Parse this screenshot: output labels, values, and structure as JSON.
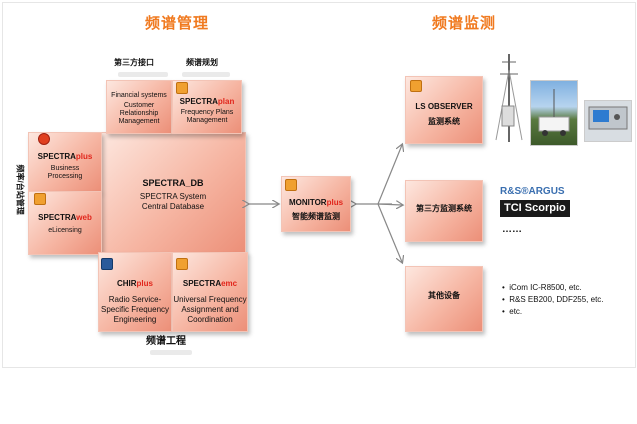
{
  "titles": {
    "management": "频谱管理",
    "monitoring": "频谱监测",
    "third_party_interface": "第三方接口",
    "spectrum_planning": "频谱规划",
    "vertical_license": "频率/台站管理",
    "engineering": "频谱工程"
  },
  "boxes": {
    "financial": {
      "l1": "Financial systems",
      "l2": "Customer",
      "l3": "Relationship",
      "l4": "Management"
    },
    "plan": {
      "brand": "SPECTRA",
      "suffix": "plan",
      "l1": "Frequency Plans",
      "l2": "Management"
    },
    "plus": {
      "brand": "SPECTRA",
      "suffix": "plus",
      "l1": "Business",
      "l2": "Processing"
    },
    "web": {
      "brand": "SPECTRA",
      "suffix": "web",
      "l1": "eLicensing"
    },
    "db": {
      "name": "SPECTRA_DB",
      "l1": "SPECTRA System",
      "l2": "Central Database"
    },
    "chir": {
      "brand": "CHIR",
      "suffix": "plus",
      "l1": "Radio Service-",
      "l2": "Specific Frequency",
      "l3": "Engineering"
    },
    "emc": {
      "brand": "SPECTRA",
      "suffix": "emc",
      "l1": "Universal Frequency",
      "l2": "Assignment and",
      "l3": "Coordination"
    },
    "monitor": {
      "brand": "MONITOR",
      "suffix": "plus",
      "l1": "智能频谱监测"
    },
    "ls": {
      "name": "LS OBSERVER",
      "l1": "监测系统"
    },
    "third": {
      "l1": "第三方监测系统"
    },
    "other": {
      "l1": "其他设备"
    }
  },
  "brands": {
    "rs_argus": "R&S®ARGUS",
    "tci": "TCI Scorpio",
    "dots": "……"
  },
  "bullets": [
    "iCom IC-R8500, etc.",
    "R&S EB200, DDF255, etc.",
    "etc."
  ],
  "colors": {
    "title": "#f07a20",
    "accent_red": "#e1261c",
    "box_light": "#fde7df",
    "box_dark": "#ec8f78"
  }
}
